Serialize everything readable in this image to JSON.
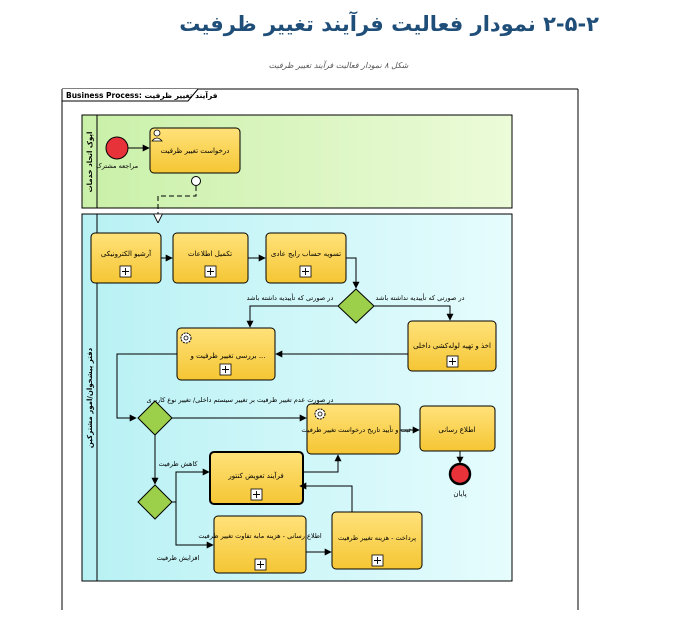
{
  "heading": "۲-۵-۲ نمودار فعالیت فرآیند تغییر ظرفیت",
  "caption": "شکل ۸ نمودار فعالیت فرآیند تغییر ظرفیت",
  "pool": {
    "tab_label": "Business Process: فرآیند تغییر ظرفیت"
  },
  "lanes": {
    "customer": "اپوک اتحاد خدمات",
    "office": "دفتر پیشخوان/امور مشترکین"
  },
  "events": {
    "start": "مراجعه مشترک",
    "end": "پایان"
  },
  "tasks": {
    "request": "درخواست تغییر ظرفیت",
    "archive": "آرشیو الکترونیکی",
    "complete_info": "تکمیل اطلاعات",
    "settle": "تسویه حساب رایج عادی",
    "internal_wiring": "اخذ و تهیه لوله‌کشی داخلی",
    "review": "بررسی تغییر ظرفیت و ...",
    "register": "ثبت و تأیید تاریخ درخواست تغییر ظرفیت",
    "notify": "اطلاع رسانی",
    "meter": "فرآیند تعویض کنتور",
    "notify_fee": "اطلاع رسانی - هزینه مابه تفاوت تغییر ظرفیت",
    "payment": "پرداخت - هزینه تغییر ظرفیت"
  },
  "flows": {
    "no_wiring": "در صورتی که تأییدیه نداشته باشد",
    "has_wiring": "در صورتی که تأییدیه داشته باشد",
    "no_meter_change": "در صورت عدم تغییر ظرفیت بر تغییر سیستم داخلی/ تغییر نوع کاربری",
    "decrease": "کاهش ظرفیت",
    "increase": "افزایش ظرفیت"
  }
}
